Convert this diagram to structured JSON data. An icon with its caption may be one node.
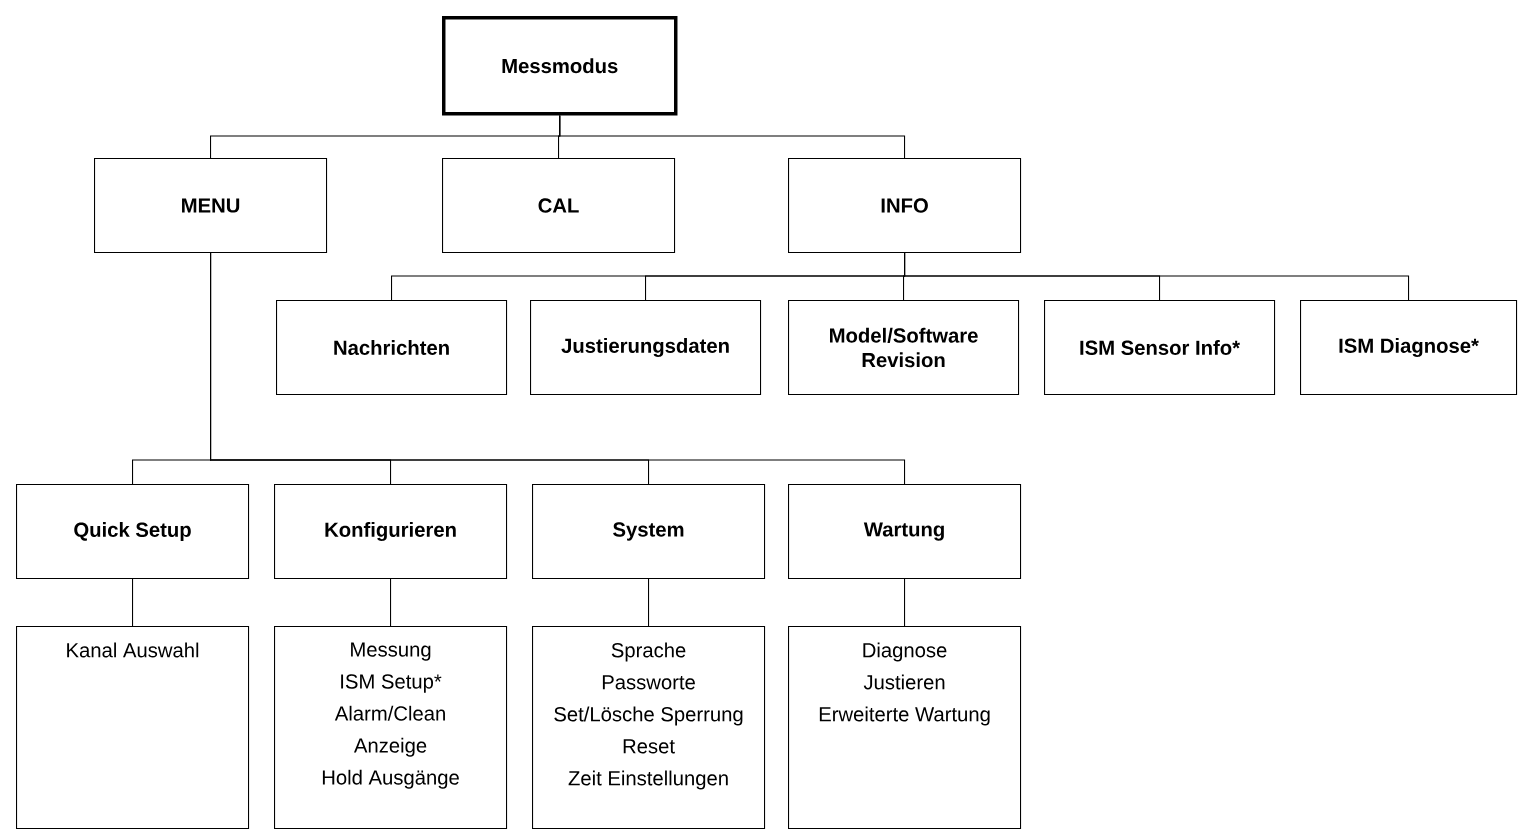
{
  "diagram": {
    "nodes": [
      {
        "text": [
          "Messmodus"
        ]
      },
      {
        "text": [
          "MENU"
        ]
      },
      {
        "text": [
          "CAL"
        ]
      },
      {
        "text": [
          "INFO"
        ]
      },
      {
        "text": [
          "Nachrichten"
        ]
      },
      {
        "text": [
          "Justierungsdaten"
        ]
      },
      {
        "text": [
          "Model/Software Revision"
        ]
      },
      {
        "text": [
          "ISM Sensor Info*"
        ]
      },
      {
        "text": [
          "ISM Diagnose*"
        ]
      },
      {
        "text": [
          "Quick Setup"
        ]
      },
      {
        "text": [
          "Konfigurieren"
        ]
      },
      {
        "text": [
          "System"
        ]
      },
      {
        "text": [
          "Wartung"
        ]
      },
      {
        "text": [
          "Kanal Auswahl"
        ]
      },
      {
        "text": [
          "Messung",
          "ISM Setup*",
          "Alarm/Clean",
          "Anzeige",
          "Hold Ausgänge"
        ]
      },
      {
        "text": [
          "Sprache",
          "Passworte",
          "Set/Lösche Sperrung",
          "Reset",
          "Zeit Einstellungen"
        ]
      },
      {
        "text": [
          "Diagnose",
          "Justieren",
          "Erweiterte Wartung"
        ]
      }
    ],
    "edges": [
      {
        "from": 0,
        "to": 1,
        "arrow": "none"
      },
      {
        "from": 0,
        "to": 2,
        "arrow": "none"
      },
      {
        "from": 0,
        "to": 3,
        "arrow": "none"
      },
      {
        "from": 3,
        "to": 4,
        "arrow": "none"
      },
      {
        "from": 3,
        "to": 5,
        "arrow": "none"
      },
      {
        "from": 3,
        "to": 6,
        "arrow": "none"
      },
      {
        "from": 3,
        "to": 7,
        "arrow": "none"
      },
      {
        "from": 3,
        "to": 8,
        "arrow": "none"
      },
      {
        "from": 1,
        "to": 9,
        "arrow": "none"
      },
      {
        "from": 1,
        "to": 10,
        "arrow": "none"
      },
      {
        "from": 1,
        "to": 11,
        "arrow": "none"
      },
      {
        "from": 1,
        "to": 12,
        "arrow": "none"
      },
      {
        "from": 9,
        "to": 13,
        "arrow": "none"
      },
      {
        "from": 10,
        "to": 14,
        "arrow": "none"
      },
      {
        "from": 11,
        "to": 15,
        "arrow": "none"
      },
      {
        "from": 12,
        "to": 16,
        "arrow": "none"
      }
    ]
  }
}
